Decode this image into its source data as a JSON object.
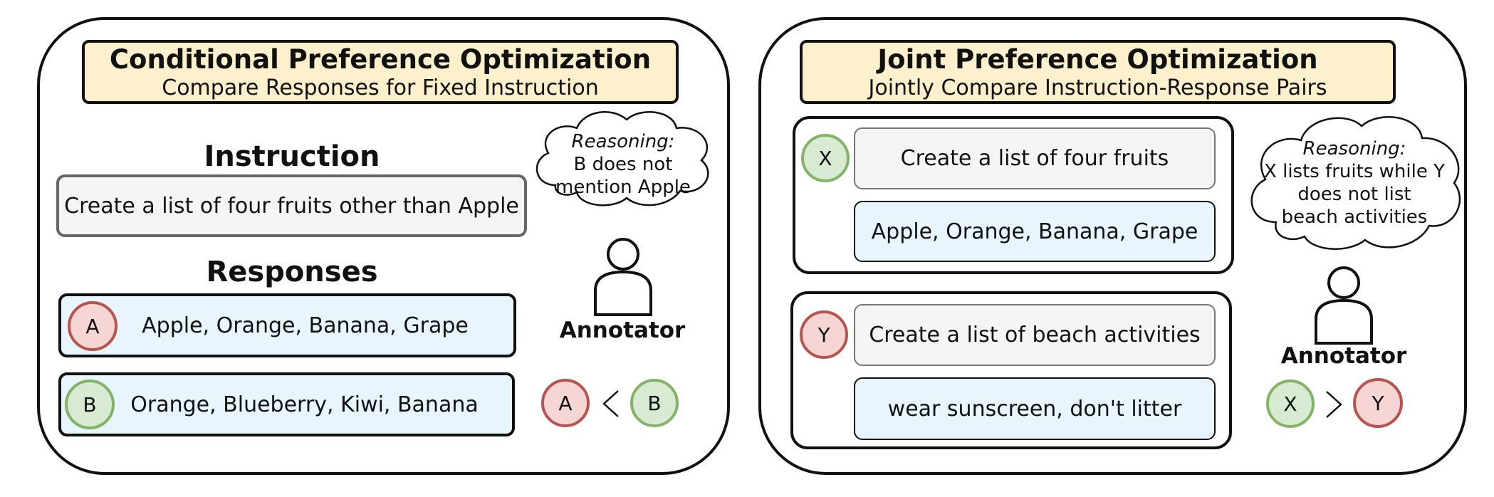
{
  "left": {
    "title": "Conditional Preference Optimization",
    "subtitle": "Compare Responses for Fixed Instruction",
    "instruction_heading": "Instruction",
    "instruction_text": "Create a list of four fruits other than Apple",
    "responses_heading": "Responses",
    "responses": [
      {
        "badge": "A",
        "text": "Apple, Orange, Banana, Grape",
        "badge_color": "red"
      },
      {
        "badge": "B",
        "text": "Orange, Blueberry, Kiwi, Banana",
        "badge_color": "green"
      }
    ],
    "reasoning_label": "Reasoning:",
    "reasoning_lines": [
      "B does not",
      "mention Apple"
    ],
    "annotator": "Annotator",
    "comparison": {
      "left": "A",
      "symbol": "<",
      "right": "B"
    }
  },
  "right": {
    "title": "Joint Preference Optimization",
    "subtitle": "Jointly Compare Instruction-Response Pairs",
    "pairs": [
      {
        "badge": "X",
        "instruction": "Create a list of four fruits",
        "response": "Apple, Orange, Banana, Grape",
        "badge_color": "green"
      },
      {
        "badge": "Y",
        "instruction": "Create a list of beach activities",
        "response": "wear sunscreen, don't litter",
        "badge_color": "red"
      }
    ],
    "reasoning_label": "Reasoning:",
    "reasoning_lines": [
      "X lists fruits while Y",
      "does not list",
      "beach activities"
    ],
    "annotator": "Annotator",
    "comparison": {
      "left": "X",
      "symbol": ">",
      "right": "Y"
    }
  },
  "colors": {
    "title_fill": "#fdf1cd",
    "response_fill": "#e9f5fd",
    "instruction_fill": "#f5f5f5",
    "red_fill": "#f5d6d5",
    "red_stroke": "#b85450",
    "green_fill": "#d9ead3",
    "green_stroke": "#82b366"
  }
}
